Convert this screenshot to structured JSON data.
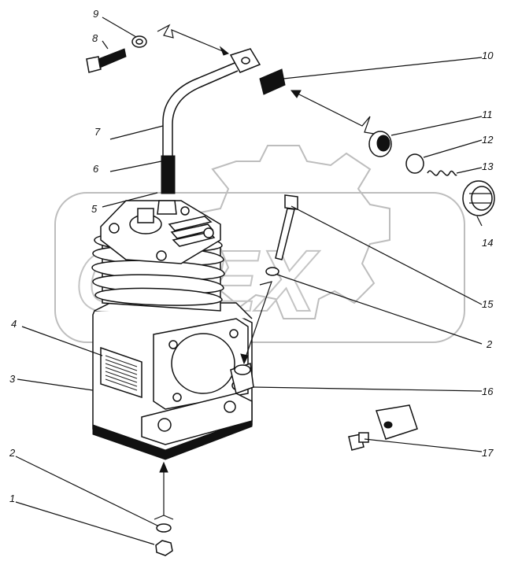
{
  "watermark": {
    "text": "OPEX"
  },
  "callouts": [
    {
      "id": "9",
      "text": "9"
    },
    {
      "id": "8",
      "text": "8"
    },
    {
      "id": "10",
      "text": "10"
    },
    {
      "id": "11",
      "text": "11"
    },
    {
      "id": "7",
      "text": "7"
    },
    {
      "id": "12",
      "text": "12"
    },
    {
      "id": "6",
      "text": "6"
    },
    {
      "id": "13",
      "text": "13"
    },
    {
      "id": "5",
      "text": "5"
    },
    {
      "id": "14",
      "text": "14"
    },
    {
      "id": "15",
      "text": "15"
    },
    {
      "id": "4",
      "text": "4"
    },
    {
      "id": "2a",
      "text": "2"
    },
    {
      "id": "3",
      "text": "3"
    },
    {
      "id": "16",
      "text": "16"
    },
    {
      "id": "17",
      "text": "17"
    },
    {
      "id": "2b",
      "text": "2"
    },
    {
      "id": "1",
      "text": "1"
    }
  ]
}
